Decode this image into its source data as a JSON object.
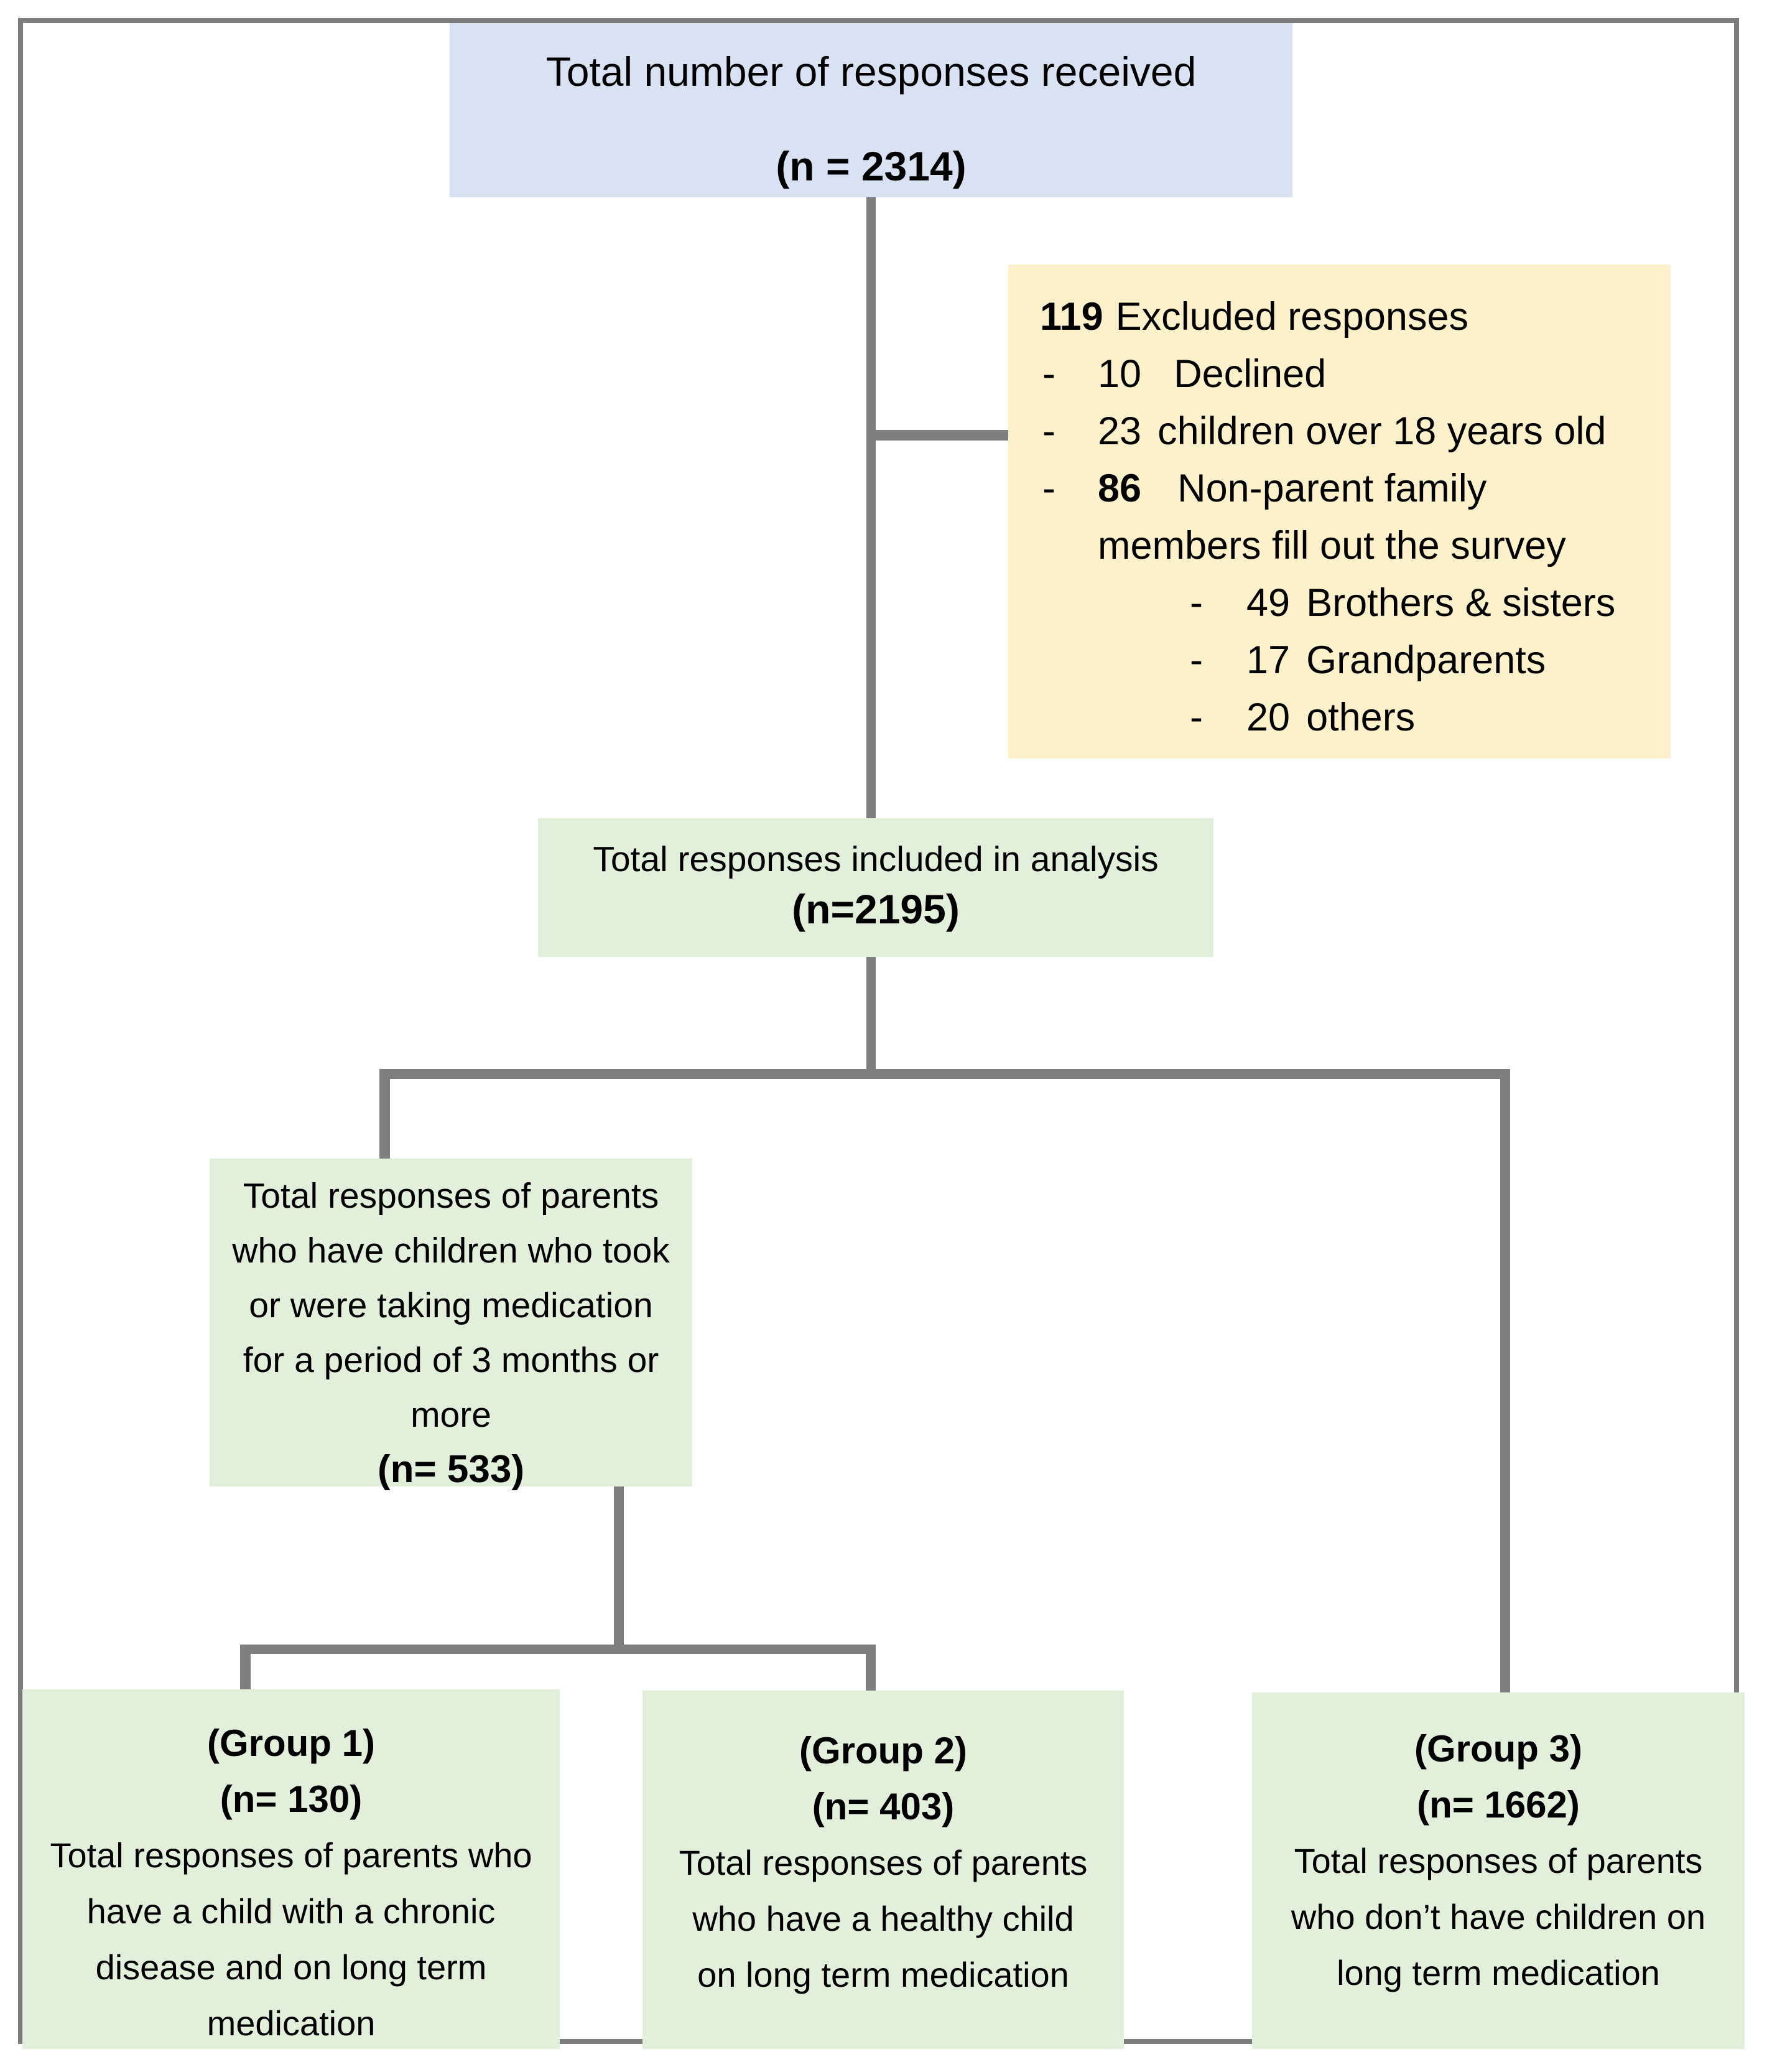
{
  "colors": {
    "top_box_bg": "#d9e2f3",
    "excluded_box_bg": "#fdf1cc",
    "included_box_bg": "#e2efdb",
    "connector": "#7f7f7f",
    "border": "#7c7c7c"
  },
  "top_box": {
    "line1": "Total number of responses received",
    "n_line": "(n = 2314)"
  },
  "excluded_box": {
    "dash": "-",
    "title_num": "119",
    "title_rest": "Excluded responses",
    "items": [
      {
        "num": "10",
        "text": "Declined"
      },
      {
        "num": "23",
        "text": "children over 18 years old"
      },
      {
        "num": "86",
        "text": "Non-parent family"
      }
    ],
    "continuation": "members fill out the survey",
    "subitems": [
      {
        "num": "49",
        "text": "Brothers & sisters"
      },
      {
        "num": "17",
        "text": "Grandparents"
      },
      {
        "num": "20",
        "text": "others"
      }
    ]
  },
  "analysis_box": {
    "line1": "Total responses included in analysis",
    "n_line": "(n=2195)"
  },
  "medication_box": {
    "lines": [
      "Total responses of parents",
      "who have children who took",
      "or were taking medication",
      "for a period of 3 months or",
      "more"
    ],
    "n_line": "(n= 533)"
  },
  "group1": {
    "title": "(Group 1)",
    "n_line": "(n= 130)",
    "body": [
      "Total responses of parents who",
      "have a child with a chronic",
      "disease and on long term",
      "medication"
    ]
  },
  "group2": {
    "title": "(Group 2)",
    "n_line": "(n= 403)",
    "body": [
      "Total responses of parents",
      "who have a healthy child",
      "on long term medication"
    ]
  },
  "group3": {
    "title": "(Group 3)",
    "n_line": "(n= 1662)",
    "body": [
      "Total responses of parents",
      "who don’t have children on",
      "long term medication"
    ]
  }
}
